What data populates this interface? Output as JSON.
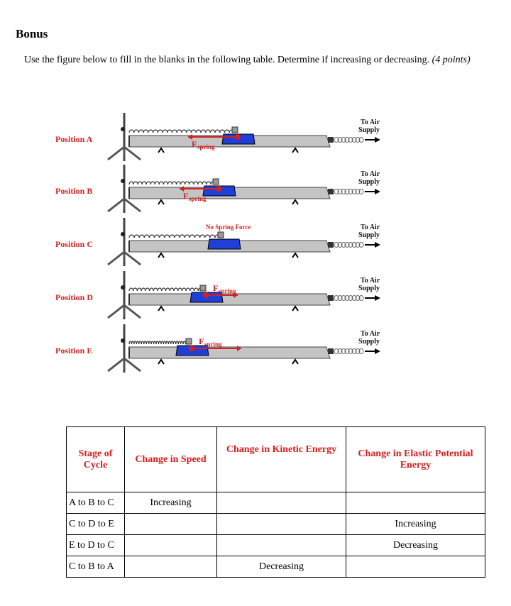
{
  "heading": "Bonus",
  "instructions": {
    "text": "Use the figure below to fill in the blanks in the following table. Determine if increasing or decreasing.",
    "points": "(4 points)"
  },
  "figure": {
    "positions": [
      {
        "label": "Position A",
        "force": "F",
        "force_sub": "spring"
      },
      {
        "label": "Position B",
        "force": "F",
        "force_sub": "spring"
      },
      {
        "label": "Position C",
        "force": "No Spring Force",
        "force_sub": ""
      },
      {
        "label": "Position D",
        "force": "F",
        "force_sub": "spring"
      },
      {
        "label": "Position E",
        "force": "F",
        "force_sub": "spring"
      }
    ],
    "air_supply_line1": "To Air",
    "air_supply_line2": "Supply",
    "colors": {
      "label_red": "#d42020",
      "glider_blue": "#1f3fd6",
      "track_gray": "#c4c4c4"
    }
  },
  "table": {
    "headers": [
      "Stage of Cycle",
      "Change in Speed",
      "Change in Kinetic Energy",
      "Change in Elastic Potential Energy"
    ],
    "rows": [
      [
        "A to B to C",
        "Increasing",
        "",
        ""
      ],
      [
        "C to D to E",
        "",
        "",
        "Increasing"
      ],
      [
        "E to D to C",
        "",
        "",
        "Decreasing"
      ],
      [
        "C to B to A",
        "",
        "Decreasing",
        ""
      ]
    ]
  }
}
